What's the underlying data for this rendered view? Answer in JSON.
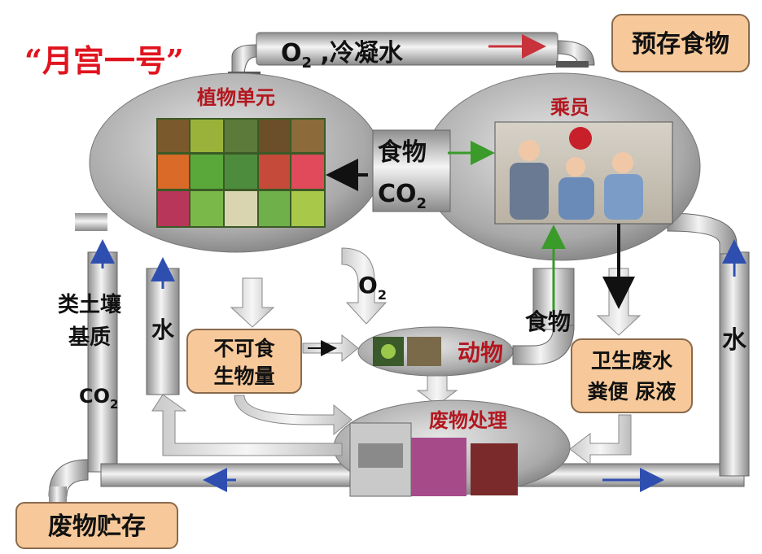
{
  "title": "“月宫一号”",
  "top_pipe": {
    "o2": "O",
    "o2_sub": "2",
    "rest": " ,冷凝水"
  },
  "boxes": {
    "stored_food": "预存食物",
    "inedible_line1": "不可食",
    "inedible_line2": "生物量",
    "sanitary_line1": "卫生废水",
    "sanitary_line2": "粪便 尿液",
    "waste_storage": "废物贮存"
  },
  "units": {
    "plant": "植物单元",
    "crew": "乘员",
    "animal": "动物",
    "waste": "废物处理"
  },
  "connector": {
    "food": "食物",
    "co2": "CO",
    "co2_sub": "2"
  },
  "labels": {
    "o2": "O",
    "o2_sub": "2",
    "food_down": "食物",
    "water_left": "水",
    "water_right": "水",
    "soil_line1": "类土壤",
    "soil_line2": "基质",
    "soil_co2": "CO",
    "soil_co2_sub": "2"
  },
  "colors": {
    "title_red": "#e0141e",
    "box_fill": "#f7c99a",
    "box_stroke": "#8a6a4c",
    "unit_title": "#b3171f",
    "arrow_red": "#c8323a",
    "arrow_green": "#3a9a2a",
    "arrow_blue": "#2f4fb0"
  }
}
